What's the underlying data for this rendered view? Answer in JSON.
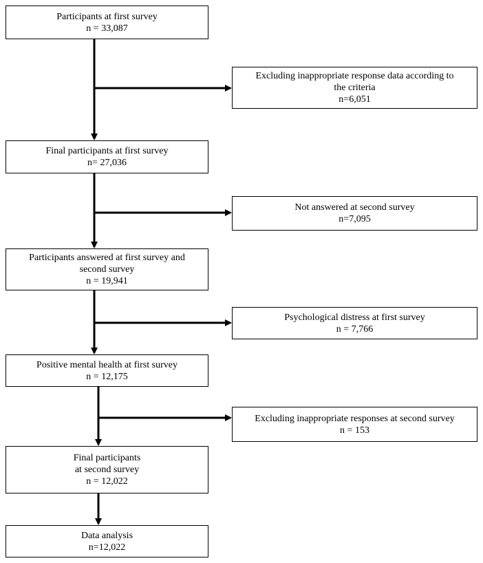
{
  "boxes": {
    "participants_first": {
      "line1": "Participants at first survey",
      "line2": "n = 33,087"
    },
    "excluding_criteria": {
      "line1": "Excluding  inappropriate response data according to",
      "line2": "the criteria",
      "line3": "n=6,051"
    },
    "final_first": {
      "line1": "Final participants at first survey",
      "line2": "n= 27,036"
    },
    "not_answered": {
      "line1": "Not answered at second survey",
      "line2": "n=7,095"
    },
    "answered_both": {
      "line1": "Participants answered at first survey and",
      "line2": "second survey",
      "line3": "n = 19,941"
    },
    "distress": {
      "line1": "Psychological distress at first survey",
      "line2": "n = 7,766"
    },
    "positive": {
      "line1": "Positive mental health at first survey",
      "line2": "n = 12,175"
    },
    "excluding_second": {
      "line1": "Excluding  inappropriate responses at second survey",
      "line2": "n = 153"
    },
    "final_second": {
      "line1": "Final participants",
      "line2": "at second survey",
      "line3": "n = 12,022"
    },
    "data_analysis": {
      "line1": "Data analysis",
      "line2": "n=12,022"
    }
  },
  "colors": {
    "line": "#000000",
    "box_border": "#000000",
    "background": "#ffffff"
  }
}
